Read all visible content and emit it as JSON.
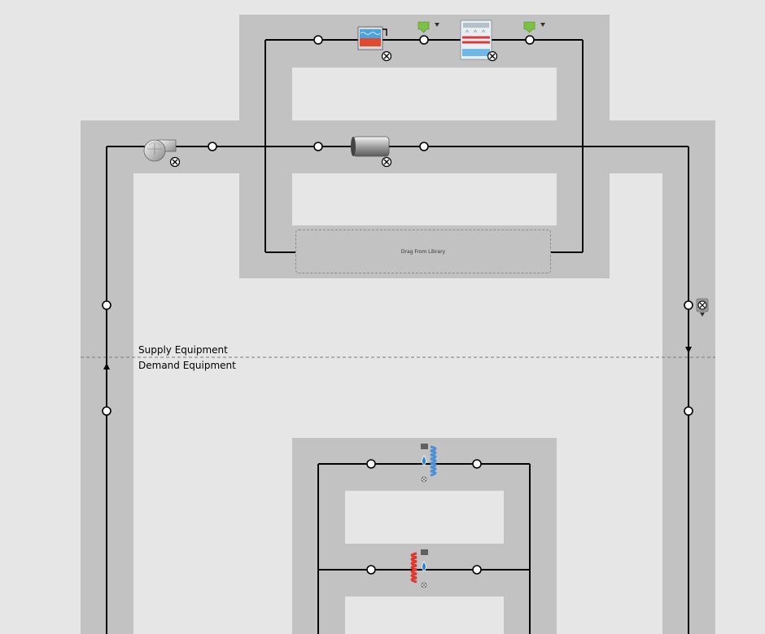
{
  "canvas": {
    "background": "#e6e6e6",
    "band_color": "#c2c2c2",
    "pipe_color": "#000000",
    "divider_color": "#7a7a7a"
  },
  "labels": {
    "supply": "Supply Equipment",
    "demand": "Demand Equipment",
    "drop_zone": "Drag From Library"
  },
  "supply_components": [
    {
      "name": "boiler",
      "icon": "boiler-icon"
    },
    {
      "name": "cooling-tower",
      "icon": "cooling-tower-icon"
    },
    {
      "name": "pipe",
      "icon": "pipe-icon"
    },
    {
      "name": "pump",
      "icon": "pump-icon"
    }
  ],
  "demand_components": [
    {
      "name": "cooling-coil",
      "icon": "cooling-coil-icon"
    },
    {
      "name": "heating-coil",
      "icon": "heating-coil-icon"
    }
  ],
  "setpoint_managers": [
    {
      "name": "setpoint-manager-1",
      "icon": "setpoint-manager-icon",
      "color": "#7cc142"
    },
    {
      "name": "setpoint-manager-2",
      "icon": "setpoint-manager-icon",
      "color": "#7cc142"
    }
  ],
  "remove_icon": "remove-icon",
  "flow_direction_icons": [
    "up-arrow-icon",
    "down-arrow-icon"
  ]
}
